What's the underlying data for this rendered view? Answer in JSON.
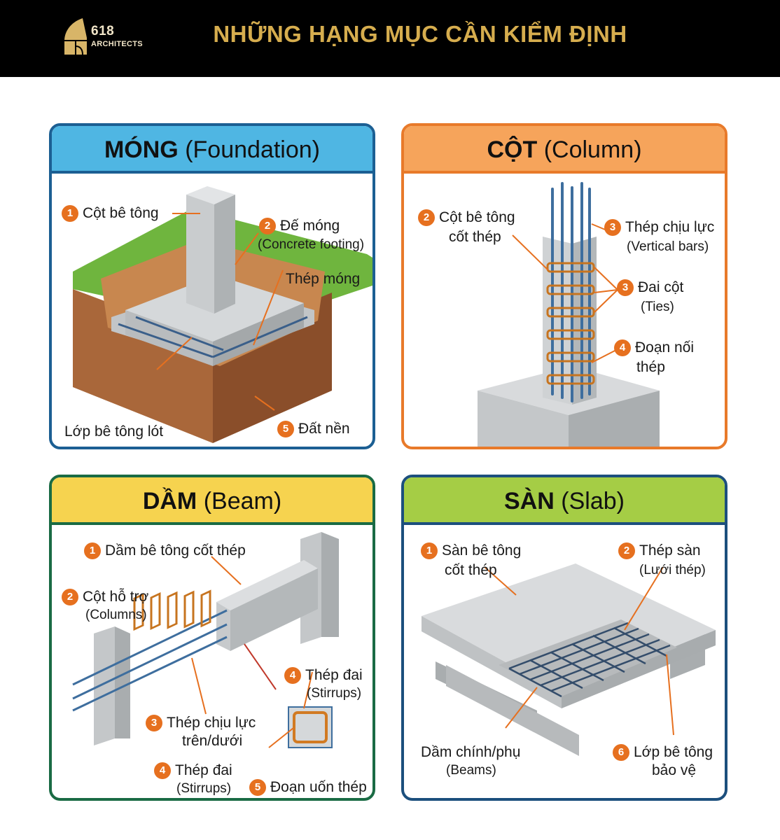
{
  "header": {
    "logo_number": "618",
    "logo_text": "ARCHITECTS",
    "title": "NHỮNG HẠNG MỤC CẦN KIỂM ĐỊNH"
  },
  "colors": {
    "header_bg": "#000000",
    "title_gold": "#d6ad4e",
    "badge_orange": "#e6701f",
    "foundation_header": "#4fb6e3",
    "column_header": "#f6a45b",
    "beam_header": "#f6d34f",
    "slab_header": "#a5cd45"
  },
  "panels": {
    "foundation": {
      "title_bold": "MÓNG",
      "title_sub": " (Foundation)",
      "labels": {
        "l1_num": "1",
        "l1_text": "Cột bê tông",
        "l2_num": "2",
        "l2_text": "Đế móng",
        "l2_sub": "(Concrete footing)",
        "l3_text": "Thép móng",
        "l4_text": "Lớp bê tông lót",
        "l5_num": "5",
        "l5_text": "Đất nền"
      }
    },
    "column": {
      "title_bold": "CỘT",
      "title_sub": " (Column)",
      "labels": {
        "l1_num": "2",
        "l1_text": "Cột bê tông",
        "l1_text2": "cốt thép",
        "l2_num": "3",
        "l2_text": "Thép chịu lực",
        "l2_sub": "(Vertical bars)",
        "l3_num": "3",
        "l3_text": "Đai cột",
        "l3_sub": "(Ties)",
        "l4_num": "4",
        "l4_text": "Đoạn nối",
        "l4_text2": "thép"
      }
    },
    "beam": {
      "title_bold": "DẦM",
      "title_sub": " (Beam)",
      "labels": {
        "l1_num": "1",
        "l1_text": "Dầm bê tông cốt thép",
        "l2_num": "2",
        "l2_text": "Cột hỗ trợ",
        "l2_sub": "(Columns)",
        "l3_num": "4",
        "l3_text": "Thép đai",
        "l3_sub": "(Stirrups)",
        "l4_num": "3",
        "l4_text": "Thép chịu lực",
        "l4_text2": "trên/dưới",
        "l5_num": "4",
        "l5_text": "Thép đai",
        "l5_sub": "(Stirrups)",
        "l6_num": "5",
        "l6_text": "Đoạn uốn thép"
      }
    },
    "slab": {
      "title_bold": "SÀN",
      "title_sub": " (Slab)",
      "labels": {
        "l1_num": "1",
        "l1_text": "Sàn bê tông",
        "l1_text2": "cốt thép",
        "l2_num": "2",
        "l2_text": "Thép sàn",
        "l2_sub": "(Lưới thép)",
        "l3_text": "Dầm chính/phụ",
        "l3_sub": "(Beams)",
        "l4_num": "6",
        "l4_text": "Lớp bê tông",
        "l4_text2": "bảo vệ"
      }
    }
  }
}
